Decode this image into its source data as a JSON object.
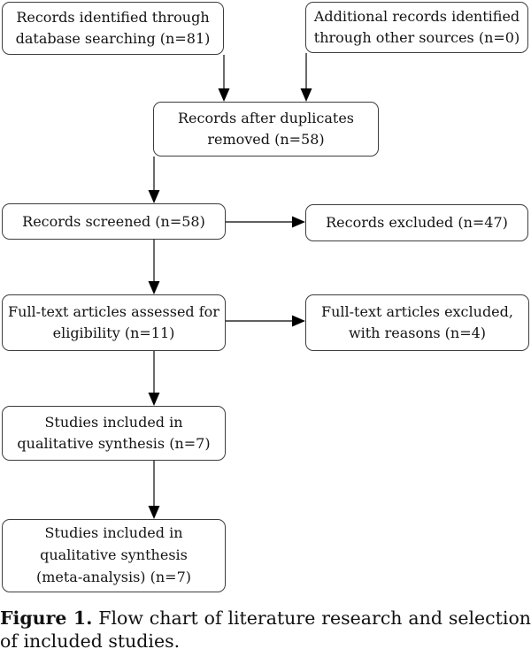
{
  "figure": {
    "boxes": {
      "identified": {
        "text": "Records identified through\ndatabase searching (n=81)"
      },
      "additional": {
        "text": "Additional records identified\nthrough other sources (n=0)"
      },
      "duplicates": {
        "text": "Records after duplicates\nremoved (n=58)"
      },
      "screened": {
        "text": "Records screened (n=58)"
      },
      "excluded": {
        "text": "Records excluded (n=47)"
      },
      "fulltext_assessed": {
        "text": "Full-text articles assessed for\neligibility (n=11)"
      },
      "fulltext_excluded": {
        "text": "Full-text articles excluded,\nwith reasons (n=4)"
      },
      "qualitative": {
        "text": "Studies included in\nqualitative synthesis (n=7)"
      },
      "meta_analysis": {
        "text": "Studies included in\nqualitative synthesis\n(meta-analysis) (n=7)"
      }
    },
    "edges": [
      {
        "from": "identified",
        "to": "duplicates",
        "direction": "down"
      },
      {
        "from": "additional",
        "to": "duplicates",
        "direction": "down"
      },
      {
        "from": "duplicates",
        "to": "screened",
        "direction": "down"
      },
      {
        "from": "screened",
        "to": "excluded",
        "direction": "right"
      },
      {
        "from": "screened",
        "to": "fulltext_assessed",
        "direction": "down"
      },
      {
        "from": "fulltext_assessed",
        "to": "fulltext_excluded",
        "direction": "right"
      },
      {
        "from": "fulltext_assessed",
        "to": "qualitative",
        "direction": "down"
      },
      {
        "from": "qualitative",
        "to": "meta_analysis",
        "direction": "down"
      }
    ],
    "caption": {
      "label": "Figure 1.",
      "line1_text": "Flow chart of literature research and selection",
      "line2_text": "of included studies."
    },
    "colors": {
      "box_border": "#3d3d3d",
      "arrow_line": "#2b2b2b",
      "arrow_head": "#000000",
      "text": "#141414",
      "background": "#ffffff"
    }
  }
}
